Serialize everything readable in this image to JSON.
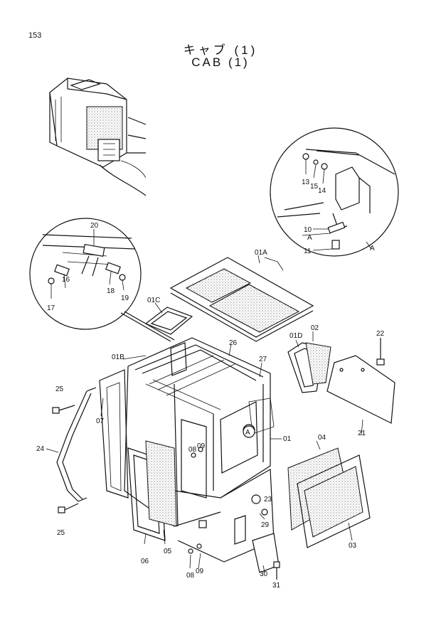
{
  "page_number": "153",
  "title_jp": "キャブ (1)",
  "title_en": "CAB (1)",
  "callouts": {
    "c01": "01",
    "c01A": "01A",
    "c01B": "01B",
    "c01C": "01C",
    "c01D": "01D",
    "c02": "02",
    "c03": "03",
    "c04": "04",
    "c05": "05",
    "c06": "06",
    "c07": "07",
    "c08a": "08",
    "c09a": "09",
    "c08b": "08",
    "c09b": "09",
    "c10": "10",
    "c11": "11",
    "c13": "13",
    "c14": "14",
    "c15": "15",
    "c16": "16",
    "c17": "17",
    "c18": "18",
    "c19": "19",
    "c20": "20",
    "c21": "21",
    "c22": "22",
    "c23": "23",
    "c24": "24",
    "c25a": "25",
    "c25b": "25",
    "c26": "26",
    "c27": "27",
    "c29": "29",
    "c30": "30",
    "c31": "31",
    "ref_A_circle": "A",
    "ref_A_detail": "A",
    "ref_A_arrow": "A"
  }
}
